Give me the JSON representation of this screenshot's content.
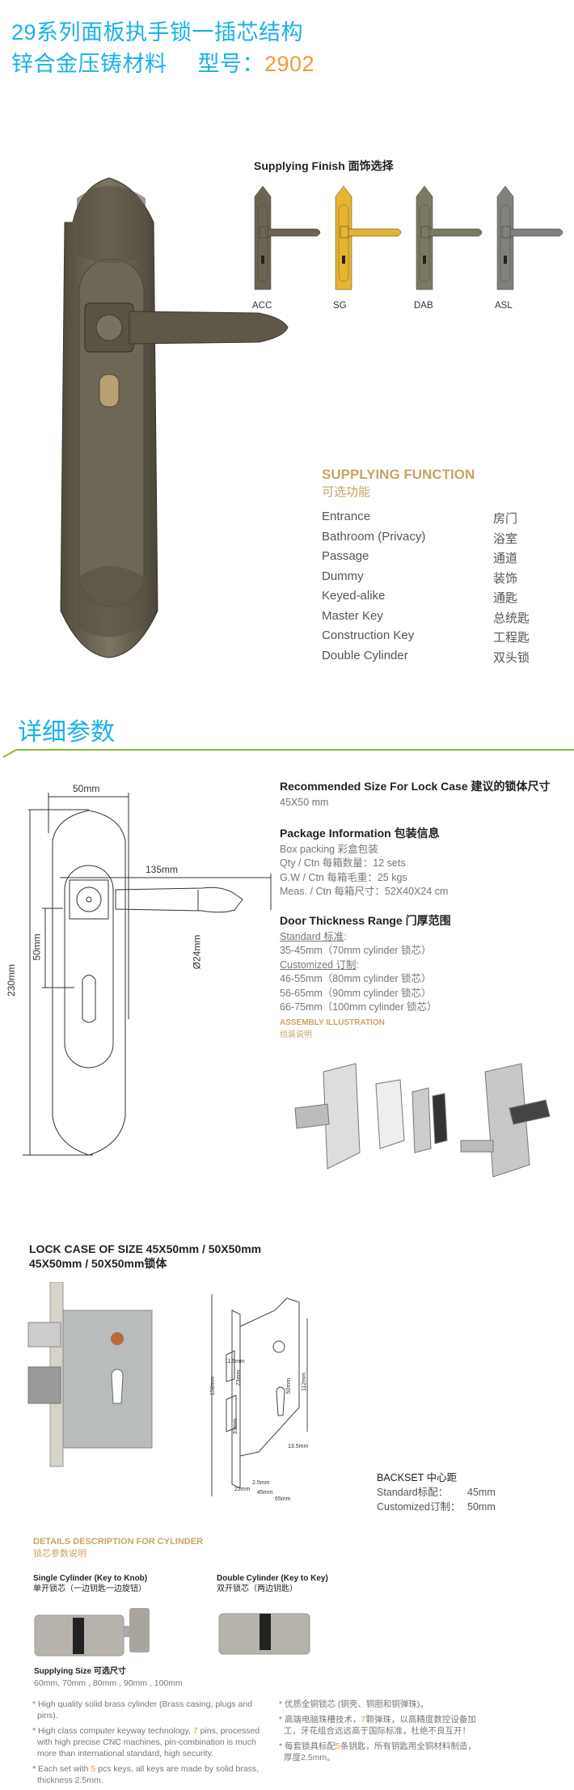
{
  "header": {
    "line1": "29系列面板执手锁一插芯结构",
    "line2_prefix": "锌合金压铸材料",
    "model_label": "型号：",
    "model_number": "2902"
  },
  "finish": {
    "title": "Supplying Finish 面饰选择",
    "items": [
      {
        "code": "ACC",
        "color": "#6b6452"
      },
      {
        "code": "SG",
        "color": "#e5b530"
      },
      {
        "code": "DAB",
        "color": "#7a7a62"
      },
      {
        "code": "ASL",
        "color": "#7e817c"
      }
    ]
  },
  "function": {
    "title_en": "SUPPLYING FUNCTION",
    "title_cn": "可选功能",
    "items": [
      {
        "en": "Entrance",
        "cn": "房门"
      },
      {
        "en": "Bathroom (Privacy)",
        "cn": "浴室"
      },
      {
        "en": "Passage",
        "cn": "通道"
      },
      {
        "en": "Dummy",
        "cn": "装饰"
      },
      {
        "en": "Keyed-alike",
        "cn": "通匙"
      },
      {
        "en": "Master Key",
        "cn": "总统匙"
      },
      {
        "en": "Construction Key",
        "cn": "工程匙"
      },
      {
        "en": "Double Cylinder",
        "cn": "双头锁"
      }
    ]
  },
  "section": {
    "title": "详细参数",
    "accent": "#8ab83a"
  },
  "drawing": {
    "width": "50mm",
    "height": "230mm",
    "handle": "135mm",
    "center": "50mm",
    "diameter": "Ø24mm"
  },
  "specs": {
    "lockcase_title": "Recommended Size For Lock Case 建议的锁体尺寸",
    "lockcase_value": "45X50 mm",
    "package_title": "Package  Information 包装信息",
    "package": [
      "Box packing 彩盒包装",
      "Qty / Ctn 每箱数量：12 sets",
      "G.W / Ctn 每箱毛重：25 kgs",
      "Meas. / Ctn 每箱尺寸：52X40X24 cm"
    ],
    "door_title": "Door Thickness Range 门厚范围",
    "standard_label": "Standard 标准",
    "standard": "35-45mm（70mm cylinder 锁芯）",
    "custom_label": "Customized 订制",
    "custom": [
      "46-55mm（80mm cylinder 锁芯）",
      "56-65mm（90mm cylinder 锁芯）",
      "66-75mm（100mm cylinder 锁芯）"
    ],
    "assembly_en": "ASSEMBLY ILLUSTRATION",
    "assembly_cn": "组装说明"
  },
  "lockcase": {
    "title1": "LOCK CASE OF SIZE 45X50mm / 50X50mm",
    "title2": "45X50mm / 50X50mm锁体",
    "dims": [
      "158mm",
      "11.5mm",
      "23mm",
      "33mm",
      "13.5mm",
      "50mm",
      "112mm",
      "22mm",
      "2.5mm",
      "45mm",
      "65mm"
    ],
    "backset_title": "BACKSET 中心距",
    "standard_label": "Standard标配：",
    "standard_value": "45mm",
    "custom_label": "Customized订制：",
    "custom_value": "50mm"
  },
  "cylinder": {
    "title_en": "DETAILS DESCRIPTION FOR CYLINDER",
    "title_cn": "锁芯参数说明",
    "single_en": "Single Cylinder (Key to Knob)",
    "single_cn": "单开锁芯（一边钥匙一边旋钮）",
    "double_en": "Double Cylinder (Key to Key)",
    "double_cn": "双开锁芯（两边钥匙）",
    "size_title": "Supplying Size 可选尺寸",
    "sizes": "60mm, 70mm , 80mm , 90mm , 100mm",
    "bullets_en": [
      [
        "High quality solid brass cylinder (Brass casing, plugs and pins).",
        "",
        ""
      ],
      [
        "High class computer keyway technology, ",
        "7",
        " pins, processed with high precise CNC machines, pin-combination is much more than international standard, high security."
      ],
      [
        "Each set with ",
        "5",
        " pcs keys, all keys are made by solid brass, thickness 2.5mm."
      ]
    ],
    "bullets_cn": [
      [
        "优质全铜锁芯 (铜壳、铜胆和铜弹珠)。",
        "",
        ""
      ],
      [
        "高端电脑珠槽技术，",
        "7",
        "颗弹珠，以高精度数控设备加工，牙花组合远远高于国际标准，杜绝不良互开！"
      ],
      [
        "每套锁具标配",
        "5",
        "条钥匙，所有钥匙用全铜材料制造，厚度2.5mm。"
      ]
    ]
  }
}
